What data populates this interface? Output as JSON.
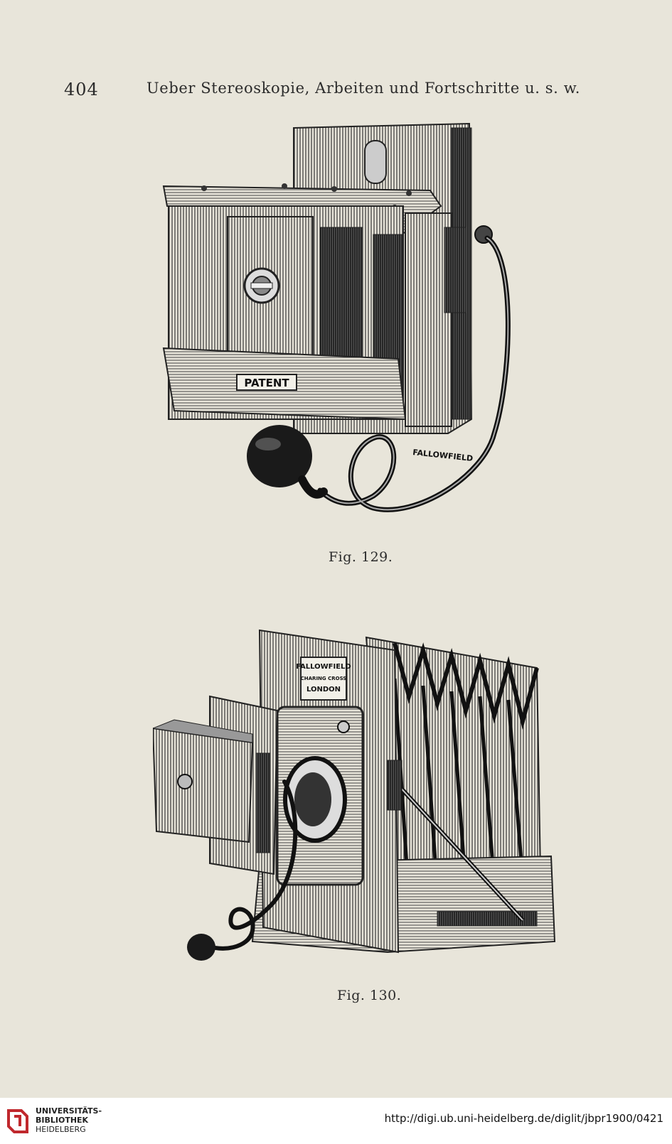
{
  "header": {
    "page_number": "404",
    "running_head": "Ueber Stereoskopie, Arbeiten und Fortschritte u. s. w."
  },
  "figures": [
    {
      "caption": "Fig. 129.",
      "plate_label": "PATENT",
      "maker_mark": "FALLOWFIELD"
    },
    {
      "caption": "Fig. 130.",
      "nameplate_line1": "FALLOWFIELD",
      "nameplate_line2": "CHARING CROSS",
      "nameplate_line3": "LONDON"
    }
  ],
  "footer": {
    "library_line1": "UNIVERSITÄTS-",
    "library_line2": "BIBLIOTHEK",
    "library_line3": "HEIDELBERG",
    "url": "http://digi.ub.uni-heidelberg.de/diglit/jbpr1900/0421"
  },
  "colors": {
    "paper": "#e8e5da",
    "ink": "#2b2b2b",
    "logo": "#c0282d"
  }
}
